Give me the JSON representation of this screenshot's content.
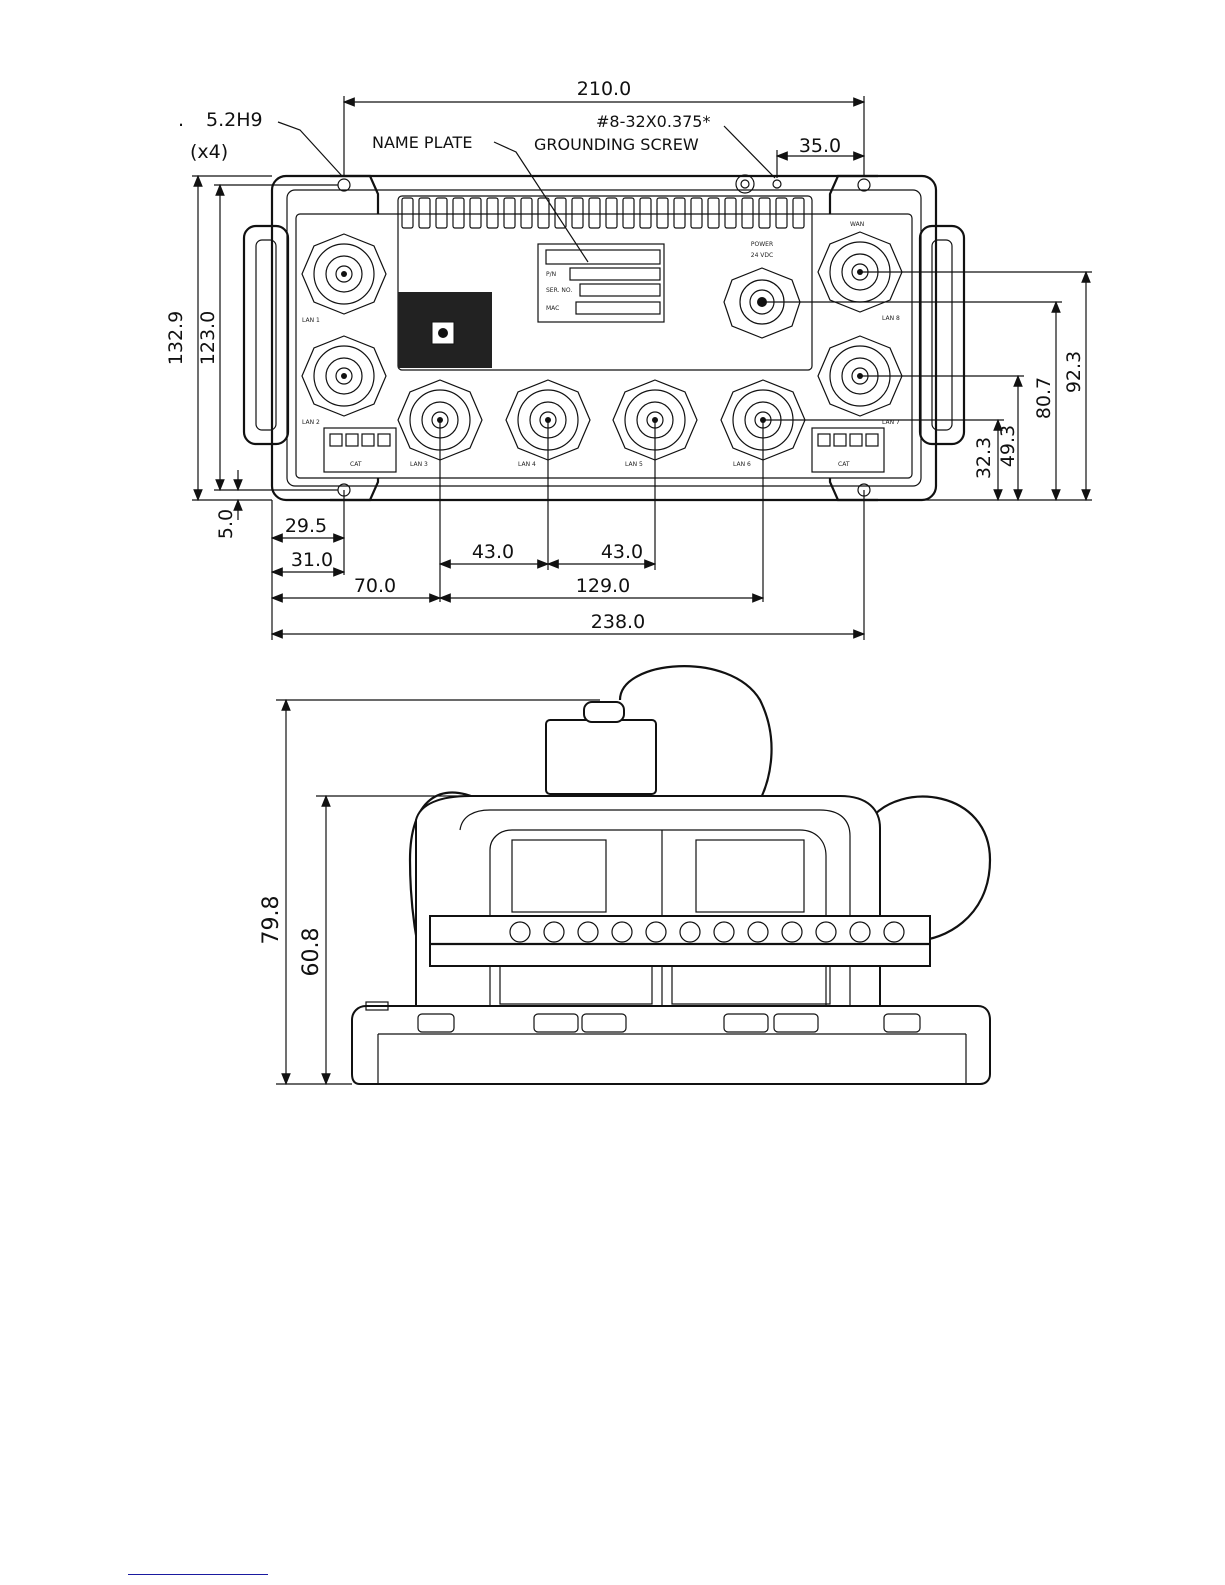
{
  "top_view": {
    "dims": {
      "overall_hole_span": "210.0",
      "height_outer": "132.9",
      "height_inner": "123.0",
      "right_from_hole": "35.0",
      "bottom_offset": "5.0",
      "left_29": "29.5",
      "left_31": "31.0",
      "pitch_a": "43.0",
      "pitch_b": "43.0",
      "to_first_port": "70.0",
      "port_span": "129.0",
      "overall_width": "238.0",
      "h_32": "32.3",
      "h_49": "49.3",
      "h_80": "80.7",
      "h_92": "92.3"
    },
    "callouts": {
      "hole_spec": "5.2H9",
      "hole_count": "(x4)",
      "name_plate": "NAME PLATE",
      "screw_spec": "#8-32X0.375*",
      "screw_name": "GROUNDING SCREW"
    },
    "power_label": [
      "POWER",
      "24 VDC"
    ],
    "plate_rows": [
      "P/N",
      "SER. NO.",
      "MAC"
    ],
    "port_labels": [
      "LAN 1",
      "LAN 2",
      "LAN 3",
      "LAN 4",
      "LAN 5",
      "LAN 6",
      "LAN 7",
      "LAN 8",
      "WAN"
    ],
    "terminal_labels": [
      "CAT",
      "CAT"
    ]
  },
  "side_view": {
    "dims": {
      "overall_height": "79.8",
      "body_height": "60.8"
    }
  }
}
